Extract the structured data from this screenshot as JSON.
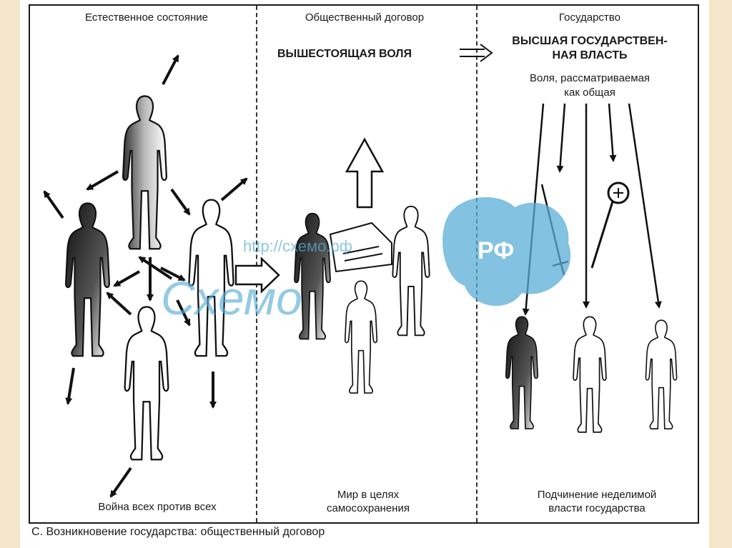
{
  "columns": [
    {
      "title": "Естественное состояние",
      "bottom_lines": [
        "Война всех против всех"
      ]
    },
    {
      "title": "Общественный договор",
      "center_label": "ВЫШЕСТОЯЩАЯ ВОЛЯ",
      "bottom_lines": [
        "Мир в целях",
        "самосохранения"
      ]
    },
    {
      "title": "Государство",
      "power_lines": [
        "ВЫСШАЯ ГОСУДАРСТВЕН-",
        "НАЯ ВЛАСТЬ"
      ],
      "will_lines": [
        "Воля, рассматриваемая",
        "как общая"
      ],
      "bottom_lines": [
        "Подчинение неделимой",
        "власти государства"
      ]
    }
  ],
  "caption": "С.   Возникновение государства: общественный договор",
  "watermark": {
    "url": "http://схемо.рф",
    "logo": "Схемо",
    "badge": "РФ",
    "color": "#5aaed6"
  }
}
